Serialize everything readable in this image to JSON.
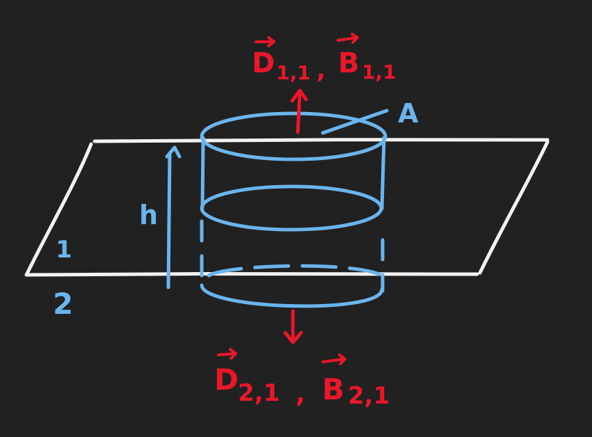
{
  "colors": {
    "background": "#222121",
    "plane": "#f2f2f2",
    "cylinder": "#6bb5ee",
    "field": "#e8182a"
  },
  "labels": {
    "top_field": "D⃗₁,₁ , B⃗₁,₁",
    "top_D": "D",
    "top_D_sub": "1,1",
    "top_sep": ",",
    "top_B": "B",
    "top_B_sub": "1,1",
    "area": "A",
    "height": "h",
    "medium_1": "1",
    "medium_2": "2",
    "bottom_D": "D",
    "bottom_D_sub": "2,1",
    "bottom_sep": ",",
    "bottom_B": "B",
    "bottom_B_sub": "2,1"
  }
}
